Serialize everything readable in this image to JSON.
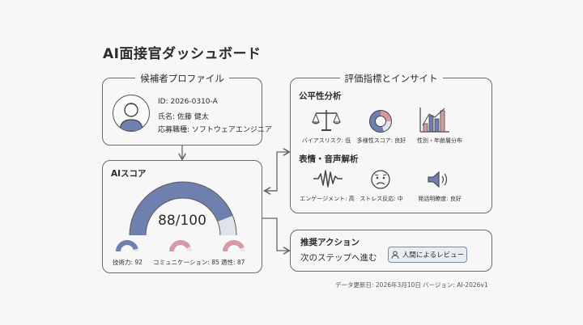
{
  "title": "AI面接官ダッシュボード",
  "profile": {
    "header": "候補者プロファイル",
    "id_line": "ID: 2026-0310-A",
    "name_line": "氏名: 佐藤 健太",
    "role_line": "応募職種: ソフトウェアエンジニア",
    "avatar_icon": "person-avatar-icon"
  },
  "score": {
    "header": "AIスコア",
    "display": "88/100",
    "value": 88,
    "max": 100,
    "sub_scores": [
      {
        "label": "技術力: 92",
        "value": 92,
        "color": "#6f7fae"
      },
      {
        "label": "コミュニケーション: 85",
        "value": 85,
        "color": "#d49aa6"
      },
      {
        "label": "適性: 87",
        "value": 87,
        "color": "#d49aa6"
      }
    ],
    "colors": {
      "main": "#6f7fae",
      "track": "#dfe3ec"
    }
  },
  "metrics": {
    "header": "評価指標とインサイト",
    "fairness": {
      "title": "公平性分析",
      "items": [
        {
          "label": "バイアスリスク: 低",
          "icon": "scale-icon"
        },
        {
          "label": "多様性スコア: 良好",
          "icon": "donut-chart-icon"
        },
        {
          "label": "性別・年齢層分布",
          "icon": "bar-chart-icon"
        }
      ]
    },
    "expression": {
      "title": "表情・音声解析",
      "items": [
        {
          "label": "エンゲージメント: 高",
          "icon": "waveform-icon"
        },
        {
          "label": "ストレス反応: 中",
          "icon": "worried-face-icon"
        },
        {
          "label": "発話明瞭度: 良好",
          "icon": "speaker-icon"
        }
      ]
    }
  },
  "action": {
    "title": "推奨アクション",
    "next_step": "次のステップへ進む",
    "button_label": "人間によるレビュー",
    "button_icon": "user-icon"
  },
  "footer": {
    "updated": "データ更新日: 2026年3月10日",
    "version": "バージョン: AI-2026v1"
  }
}
